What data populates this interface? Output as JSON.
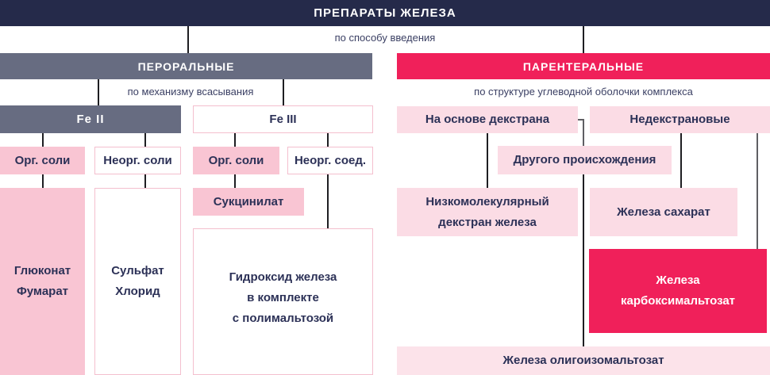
{
  "palette": {
    "navy": "#252a4a",
    "gray": "#676c81",
    "crimson": "#f0205a",
    "pink_strong": "#f9c5d3",
    "pink_light": "#fbdce5",
    "pink_pale": "#fce3ea",
    "white_box_border": "#f4bfce",
    "text_navy": "#2c3157",
    "connector_dark": "#1e1e22",
    "connector_gray": "#5f5f63"
  },
  "title": "ПРЕПАРАТЫ ЖЕЛЕЗА",
  "classifiers": {
    "route": "по способу введения",
    "absorption": "по механизму всасывания",
    "shell": "по структуре углеводной оболочки комплекса"
  },
  "oral": {
    "header": "ПЕРОРАЛЬНЫЕ",
    "fe2": {
      "label": "Fe II",
      "organic": {
        "label": "Орг. соли",
        "drugs": "Глюконат\nФумарат"
      },
      "inorganic": {
        "label": "Неорг. соли",
        "drugs": "Сульфат\nХлорид"
      }
    },
    "fe3": {
      "label": "Fe III",
      "organic": {
        "label": "Орг. соли",
        "drugs": "Сукцинилат"
      },
      "inorganic": {
        "label": "Неорг. соед.",
        "drugs": "Гидроксид железа\nв комплекте\nс полимальтозой"
      }
    }
  },
  "parenteral": {
    "header": "ПАРЕНТЕРАЛЬНЫЕ",
    "dextran_based": {
      "label": "На основе декстрана",
      "drugs": "Низкомолекулярный\nдекстран железа"
    },
    "non_dextran": {
      "label": "Недекстрановые",
      "saccharate": "Железа сахарат",
      "carboxymaltose": "Железа\nкарбоксимальтозат"
    },
    "other_origin": {
      "label": "Другого происхождения",
      "drug": "Железа олигоизомальтозат"
    }
  }
}
